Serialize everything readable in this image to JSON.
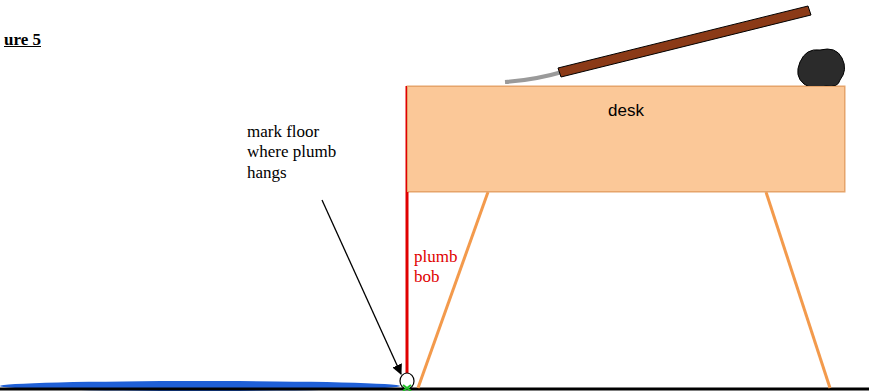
{
  "diagram": {
    "nodes": [
      {
        "text": [
          "desk"
        ]
      }
    ],
    "labels": [
      "ure 5",
      "mark floor where plumb hangs",
      "plumb bob"
    ]
  }
}
